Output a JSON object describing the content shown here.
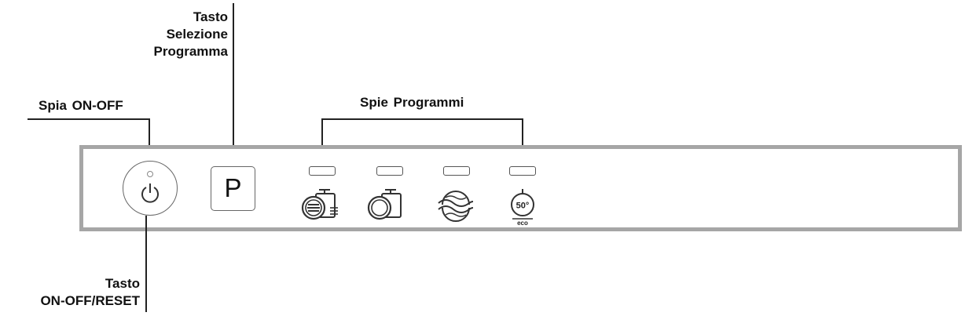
{
  "labels": {
    "tasto_selezione": [
      "Tasto",
      "Selezione",
      "Programma"
    ],
    "spia_on_off": "Spia  ON-OFF",
    "spie_programmi": "Spie  Programmi",
    "tasto_on_off": [
      "Tasto",
      "ON-OFF/RESET"
    ]
  },
  "panel": {
    "program_button_label": "P",
    "program_leds": 4,
    "program_icons": [
      "intensive-wash-icon",
      "normal-wash-icon",
      "rapid-wash-icon",
      "eco-50-icon"
    ],
    "eco_icon_text": {
      "temp": "50°",
      "eco": "eco"
    }
  },
  "colors": {
    "panel_border": "#a6a6a6",
    "line": "#222222"
  }
}
